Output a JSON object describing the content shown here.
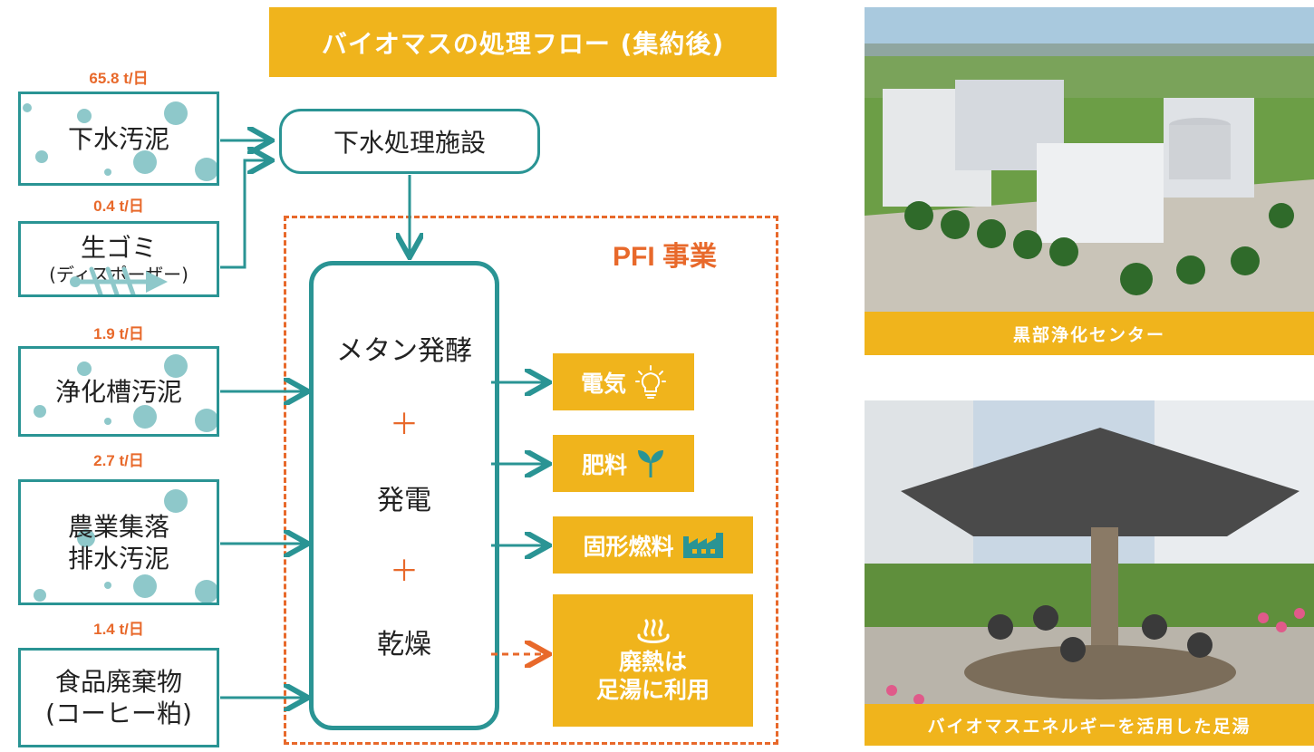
{
  "title": "バイオマスの処理フロー (集約後)",
  "sources": [
    {
      "rate": "65.8 t/日",
      "label_lines": [
        "下水汚泥"
      ]
    },
    {
      "rate": "0.4 t/日",
      "label_lines": [
        "生ゴミ"
      ],
      "sub": "(ディスポーザー)"
    },
    {
      "rate": "1.9 t/日",
      "label_lines": [
        "浄化槽汚泥"
      ]
    },
    {
      "rate": "2.7 t/日",
      "label_lines": [
        "農業集落",
        "排水汚泥"
      ]
    },
    {
      "rate": "1.4 t/日",
      "label_lines": [
        "食品廃棄物",
        "(コーヒー粕)"
      ]
    }
  ],
  "facility": "下水処理施設",
  "pfi_label": "PFI 事業",
  "process": {
    "step1": "メタン発酵",
    "plus": "＋",
    "step2": "発電",
    "step3": "乾燥"
  },
  "outputs": [
    {
      "label": "電気",
      "icon": "lightbulb-icon"
    },
    {
      "label": "肥料",
      "icon": "sprout-icon"
    },
    {
      "label": "固形燃料",
      "icon": "factory-icon"
    }
  ],
  "heat_output": {
    "icon": "hot-spring-icon",
    "lines": [
      "廃熱は",
      "足湯に利用"
    ]
  },
  "photos": [
    {
      "caption": "黒部浄化センター"
    },
    {
      "caption": "バイオマスエネルギーを活用した足湯"
    }
  ],
  "colors": {
    "teal": "#2a9494",
    "orange": "#e8692b",
    "yellow": "#f0b41c",
    "dot": "#8ec8ca"
  }
}
